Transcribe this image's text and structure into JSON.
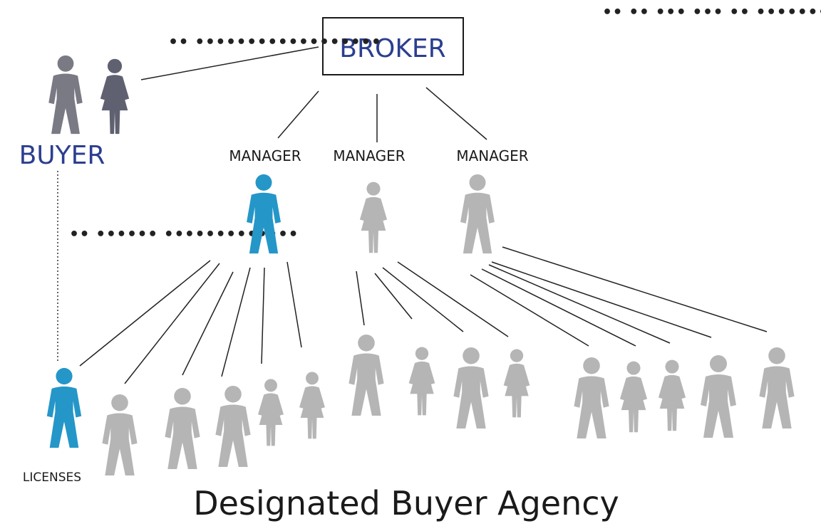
{
  "labels": {
    "broker": "BROKER",
    "buyer": "BUYER",
    "manager_1": "MANAGER",
    "manager_2": "MANAGER",
    "manager_3": "MANAGER",
    "licenses": "LICENSES",
    "caption": "Designated Buyer Agency"
  },
  "redacted_text": {
    "top_right": "•• •• ••• ••• ••  •••••••••••••••",
    "top_left": "•• ••••••••••••••••••",
    "middle_left": "•• •••••• •••••••••••••"
  },
  "colors": {
    "label_blue": "#2c3e8f",
    "text_black": "#1a1a1a",
    "highlight_blue": "#2596c8",
    "buyer_figure": "#7a7a85",
    "buyer_figure_dark": "#5f6070",
    "agent_gray": "#b5b5b5",
    "line": "#222222"
  },
  "icons": {
    "male": "male-person-icon",
    "female": "female-person-icon"
  }
}
